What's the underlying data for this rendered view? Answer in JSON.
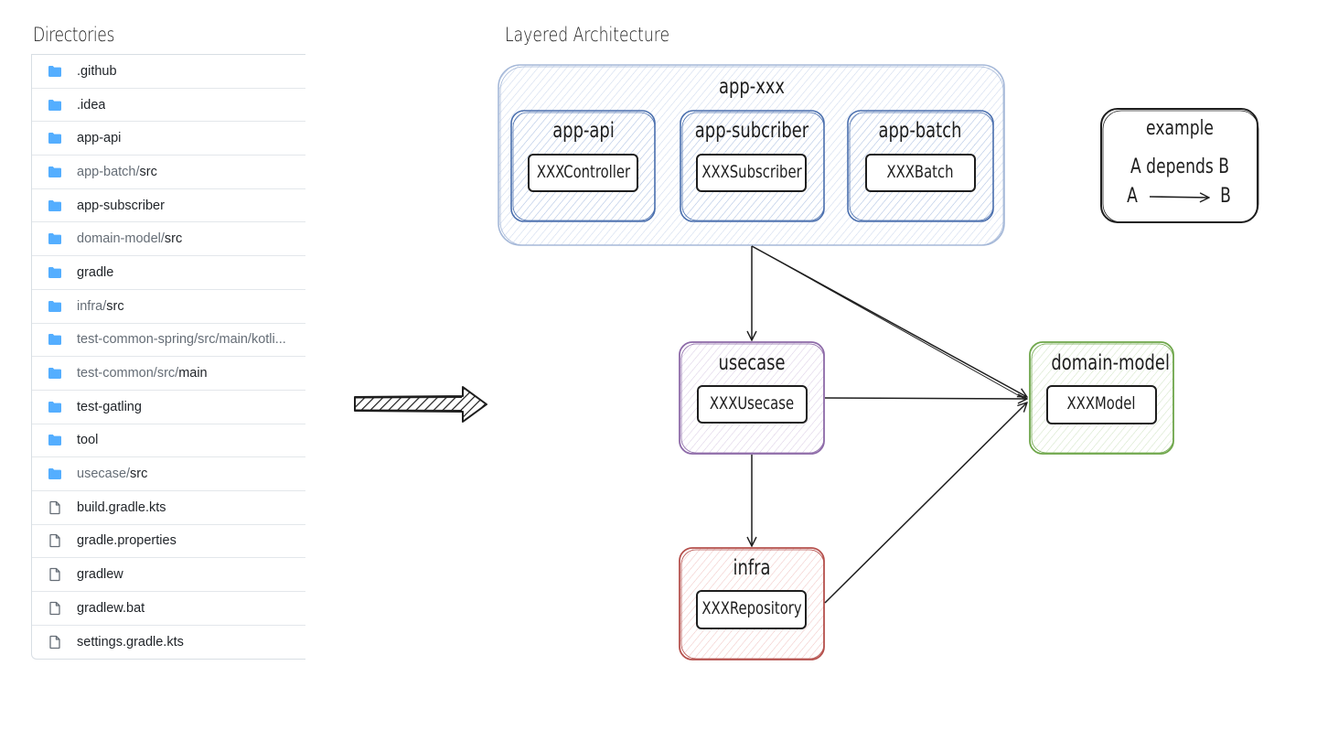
{
  "directories": {
    "title": "Directories",
    "items": [
      {
        "type": "folder",
        "muted": "",
        "name": ".github"
      },
      {
        "type": "folder",
        "muted": "",
        "name": ".idea"
      },
      {
        "type": "folder",
        "muted": "",
        "name": "app-api"
      },
      {
        "type": "folder",
        "muted": "app-batch/",
        "name": "src"
      },
      {
        "type": "folder",
        "muted": "",
        "name": "app-subscriber"
      },
      {
        "type": "folder",
        "muted": "domain-model/",
        "name": "src"
      },
      {
        "type": "folder",
        "muted": "",
        "name": "gradle"
      },
      {
        "type": "folder",
        "muted": "infra/",
        "name": "src"
      },
      {
        "type": "folder",
        "muted": "test-common-spring/src/main/kotli...",
        "name": ""
      },
      {
        "type": "folder",
        "muted": "test-common/src/",
        "name": "main"
      },
      {
        "type": "folder",
        "muted": "",
        "name": "test-gatling"
      },
      {
        "type": "folder",
        "muted": "",
        "name": "tool"
      },
      {
        "type": "folder",
        "muted": "usecase/",
        "name": "src"
      },
      {
        "type": "file",
        "muted": "",
        "name": "build.gradle.kts"
      },
      {
        "type": "file",
        "muted": "",
        "name": "gradle.properties"
      },
      {
        "type": "file",
        "muted": "",
        "name": "gradlew"
      },
      {
        "type": "file",
        "muted": "",
        "name": "gradlew.bat"
      },
      {
        "type": "file",
        "muted": "",
        "name": "settings.gradle.kts"
      }
    ],
    "folder_color": "#54aeff",
    "file_icon_color": "#656d76"
  },
  "transition_arrow": {
    "icon": "hatched-right-arrow-icon"
  },
  "architecture": {
    "title": "Layered Architecture",
    "groups": {
      "app_xxx": {
        "label": "app-xxx",
        "color": "#a5b8d8",
        "modules": [
          {
            "label": "app-api",
            "inner": "XXXController"
          },
          {
            "label": "app-subcriber",
            "inner": "XXXSubscriber"
          },
          {
            "label": "app-batch",
            "inner": "XXXBatch"
          }
        ],
        "module_color": "#4a6fae"
      }
    },
    "layers": {
      "usecase": {
        "label": "usecase",
        "inner": "XXXUsecase",
        "color": "#8d6aa8"
      },
      "infra": {
        "label": "infra",
        "inner": "XXXRepository",
        "color": "#b5504c"
      },
      "domain_model": {
        "label": "domain-model",
        "inner": "XXXModel",
        "color": "#6ea64a"
      }
    },
    "dependencies": [
      {
        "from": "app-xxx",
        "to": "usecase"
      },
      {
        "from": "app-xxx",
        "to": "domain-model"
      },
      {
        "from": "usecase",
        "to": "domain-model"
      },
      {
        "from": "usecase",
        "to": "infra"
      },
      {
        "from": "infra",
        "to": "domain-model"
      }
    ],
    "legend": {
      "title": "example",
      "line1": "A depends B",
      "from": "A",
      "to": "B"
    }
  }
}
